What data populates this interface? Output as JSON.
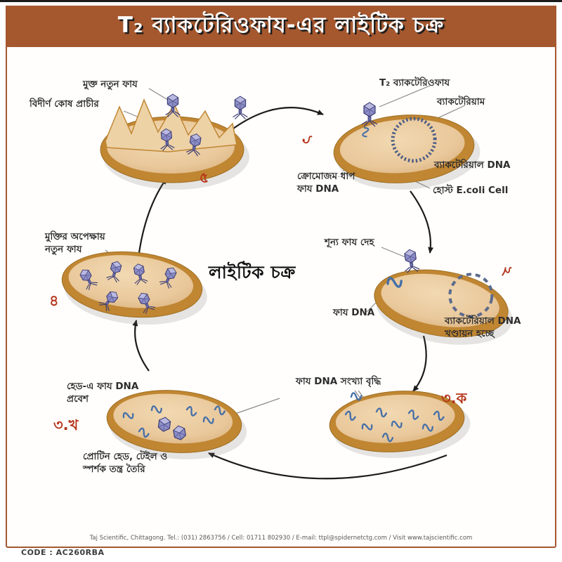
{
  "page": {
    "title": "T₂ ব্যাকটেরিওফায-এর লাইটিক চক্র",
    "center_label": "লাইটিক চক্র",
    "footer": "Taj Scientific, Chittagong. Tel.: (031) 2863756 / Cell: 01711 802930 / E-mail: ttpl@spidernetctg.com / Visit www.tajscientific.com",
    "code": "CODE : AC260RBA"
  },
  "colors": {
    "frame": "#A5572E",
    "step_number": "#B5361C",
    "cell_rim": "#C08632",
    "cell_body": "#E9C89B",
    "phage_head": "#8E8EC6",
    "phage_dna": "#4670A8",
    "bacterial_dna_ring": "#4E5E85"
  },
  "stages": {
    "s1": {
      "number": "১",
      "label_phage": "T₂ ব্যাকটেরিওফায",
      "label_bacterium": "ব্যাকটেরিয়াম",
      "label_bacterial_dna": "ব্যাকটেরিয়াল DNA",
      "label_host": "হোস্ট E.coli Cell",
      "label_chromosome": "ক্রোমোজম ধাপ\nফায DNA"
    },
    "s2": {
      "number": "২",
      "label_empty_phage": "শূন্য ফায দেহ",
      "label_phage_dna": "ফায DNA",
      "label_fragmentation": "ব্যাকটেরিয়াল DNA\nখণ্ডায়ন হচ্ছে"
    },
    "s3a": {
      "number": "৩.ক",
      "label_replication": "ফায DNA সংখ্যা বৃদ্ধি"
    },
    "s3b": {
      "number": "৩.খ",
      "label_head_entry": "হেড-এ ফায DNA\nপ্রবেশ",
      "label_protein": "প্রোটিন হেড, টেইল ও\nস্পর্শক তন্ত্র তৈরি"
    },
    "s4": {
      "number": "৪",
      "label_waiting": "মুক্তির অপেক্ষায়\nনতুন ফায"
    },
    "s5": {
      "number": "৫",
      "label_free_phage": "মুক্ত নতুন ফায",
      "label_burst_wall": "বিদীর্ণ কোষ প্রাচীর"
    }
  }
}
